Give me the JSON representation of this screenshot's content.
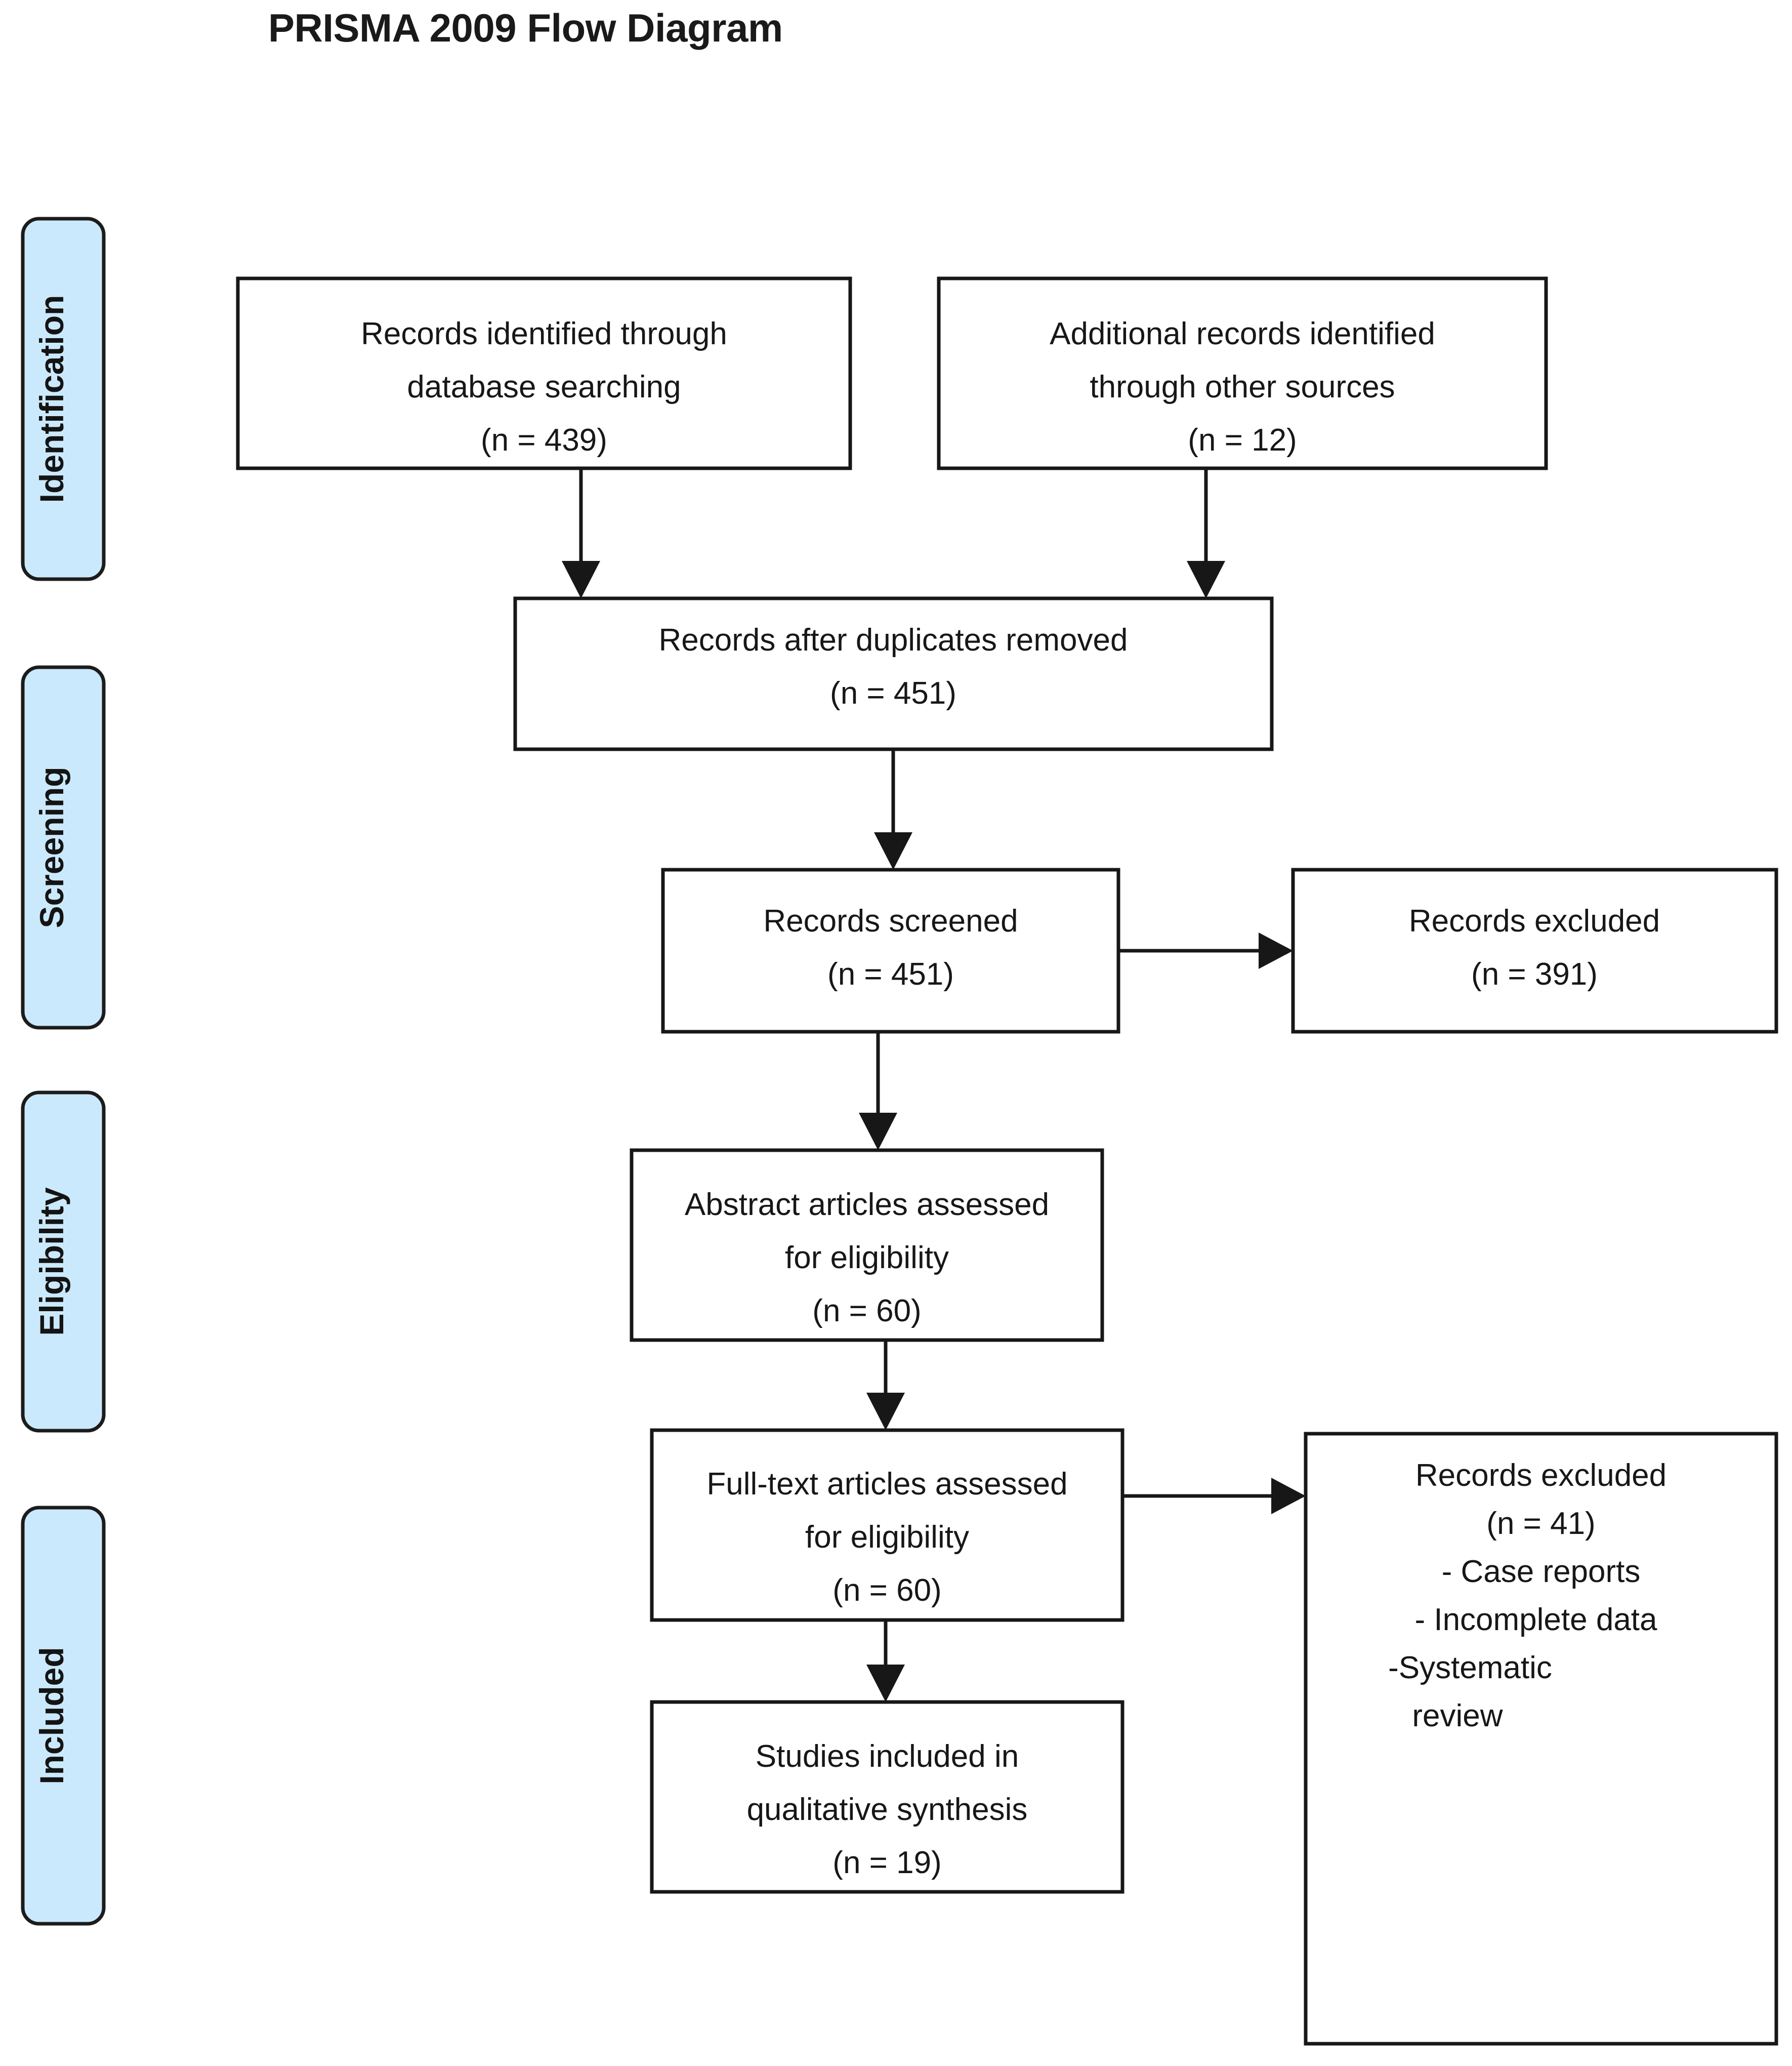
{
  "title": "PRISMA 2009 Flow Diagram",
  "stages": [
    {
      "id": "identification",
      "label": "Identification"
    },
    {
      "id": "screening",
      "label": "Screening"
    },
    {
      "id": "eligibility",
      "label": "Eligibility"
    },
    {
      "id": "included",
      "label": "Included"
    }
  ],
  "boxes": {
    "database_search": {
      "lines": [
        "Records identified through",
        "database searching",
        "(n = 439)"
      ]
    },
    "other_sources": {
      "lines": [
        "Additional records identified",
        "through other sources",
        "(n = 12)"
      ]
    },
    "duplicates_removed": {
      "lines": [
        "Records after duplicates removed",
        "(n = 451)"
      ]
    },
    "records_screened": {
      "lines": [
        "Records screened",
        "(n = 451)"
      ]
    },
    "records_excluded_screening": {
      "lines": [
        "Records excluded",
        "(n = 391)"
      ]
    },
    "abstract_assessed": {
      "lines": [
        "Abstract articles assessed",
        "for eligibility",
        "(n = 60)"
      ]
    },
    "fulltext_assessed": {
      "lines": [
        "Full-text articles assessed",
        "for eligibility",
        "(n = 60)"
      ]
    },
    "records_excluded_eligibility": {
      "lines": [
        "Records excluded",
        "(n = 41)",
        "-     Case reports",
        "-    Incomplete data",
        "-Systematic",
        "review"
      ]
    },
    "studies_included": {
      "lines": [
        "Studies included in",
        "qualitative synthesis",
        "(n = 19)"
      ]
    }
  },
  "chart_data": {
    "type": "diagram",
    "title": "PRISMA 2009 Flow Diagram",
    "nodes": [
      {
        "id": "database_search",
        "stage": "Identification",
        "label": "Records identified through database searching",
        "n": 439
      },
      {
        "id": "other_sources",
        "stage": "Identification",
        "label": "Additional records identified through other sources",
        "n": 12
      },
      {
        "id": "duplicates_removed",
        "stage": "Screening",
        "label": "Records after duplicates removed",
        "n": 451
      },
      {
        "id": "records_screened",
        "stage": "Screening",
        "label": "Records screened",
        "n": 451
      },
      {
        "id": "records_excluded_screening",
        "stage": "Screening",
        "label": "Records excluded",
        "n": 391
      },
      {
        "id": "abstract_assessed",
        "stage": "Eligibility",
        "label": "Abstract articles assessed for eligibility",
        "n": 60
      },
      {
        "id": "fulltext_assessed",
        "stage": "Eligibility",
        "label": "Full-text articles assessed for eligibility",
        "n": 60
      },
      {
        "id": "records_excluded_eligibility",
        "stage": "Eligibility",
        "label": "Records excluded",
        "n": 41,
        "reasons": [
          "Case reports",
          "Incomplete data",
          "Systematic review"
        ]
      },
      {
        "id": "studies_included",
        "stage": "Included",
        "label": "Studies included in qualitative synthesis",
        "n": 19
      }
    ],
    "edges": [
      {
        "from": "database_search",
        "to": "duplicates_removed"
      },
      {
        "from": "other_sources",
        "to": "duplicates_removed"
      },
      {
        "from": "duplicates_removed",
        "to": "records_screened"
      },
      {
        "from": "records_screened",
        "to": "records_excluded_screening"
      },
      {
        "from": "records_screened",
        "to": "abstract_assessed"
      },
      {
        "from": "abstract_assessed",
        "to": "fulltext_assessed"
      },
      {
        "from": "fulltext_assessed",
        "to": "records_excluded_eligibility"
      },
      {
        "from": "fulltext_assessed",
        "to": "studies_included"
      }
    ],
    "colors": {
      "stage_fill": "#cbe9fc",
      "box_fill": "#ffffff",
      "stroke": "#171717"
    }
  }
}
